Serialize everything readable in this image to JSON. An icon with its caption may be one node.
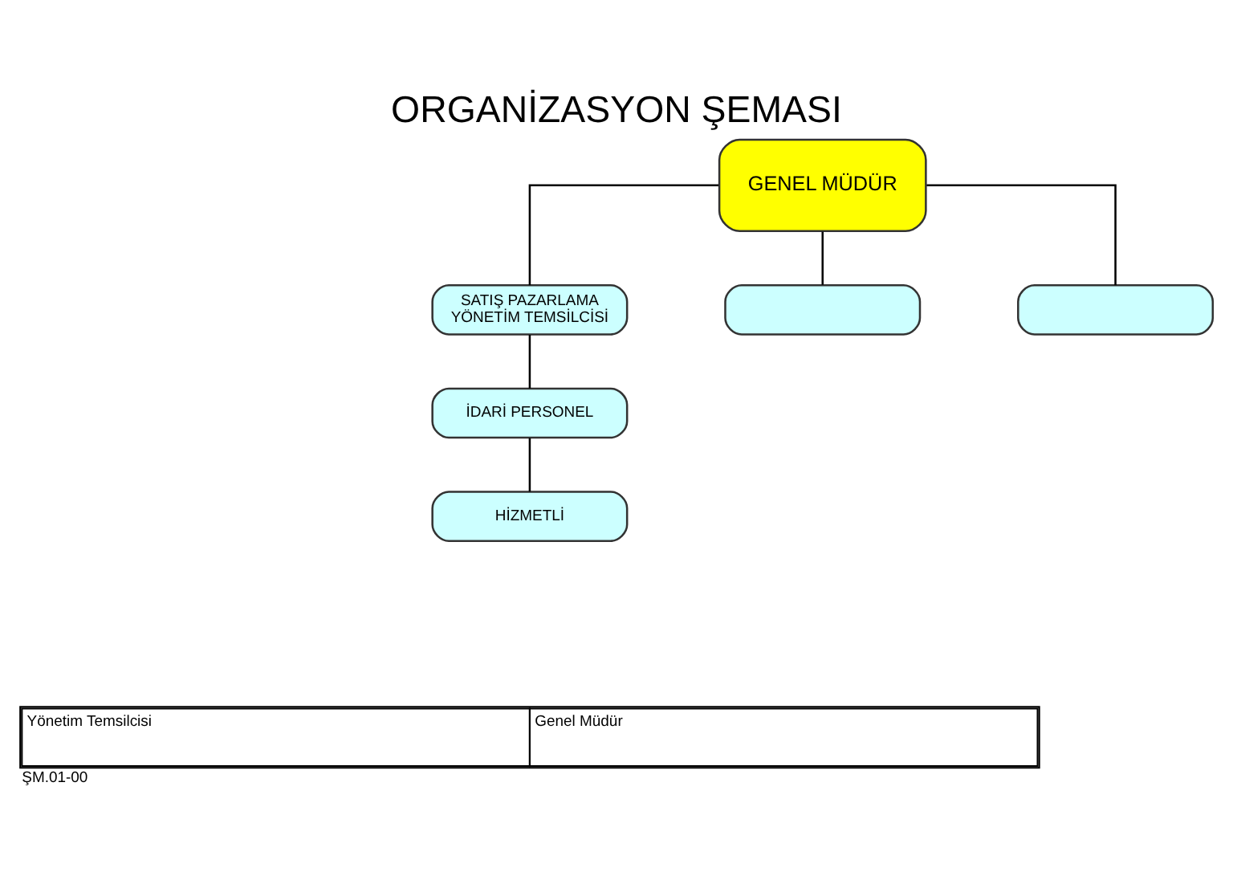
{
  "diagram": {
    "title": "ORGANİZASYON ŞEMASI",
    "nodes": [
      {
        "text": [
          "GENEL MÜDÜR"
        ]
      },
      {
        "text": [
          "SATIŞ PAZARLAMA YÖNETİM TEMSİLCİSİ"
        ]
      },
      {
        "text": [],
        "shape": "box"
      },
      {
        "text": [],
        "shape": "box"
      },
      {
        "text": [
          "İDARİ PERSONEL"
        ]
      },
      {
        "text": [
          "HİZMETLİ"
        ]
      }
    ],
    "edges": [
      {
        "from": 0,
        "to": 1,
        "arrow": "none"
      },
      {
        "from": 0,
        "to": 2,
        "arrow": "none"
      },
      {
        "from": 0,
        "to": 3,
        "arrow": "none"
      },
      {
        "from": 1,
        "to": 4,
        "arrow": "none"
      },
      {
        "from": 4,
        "to": 5,
        "arrow": "none"
      }
    ],
    "labels": [
      "Yönetim Temsilcisi",
      "Genel Müdür",
      "ŞM.01-00"
    ]
  }
}
